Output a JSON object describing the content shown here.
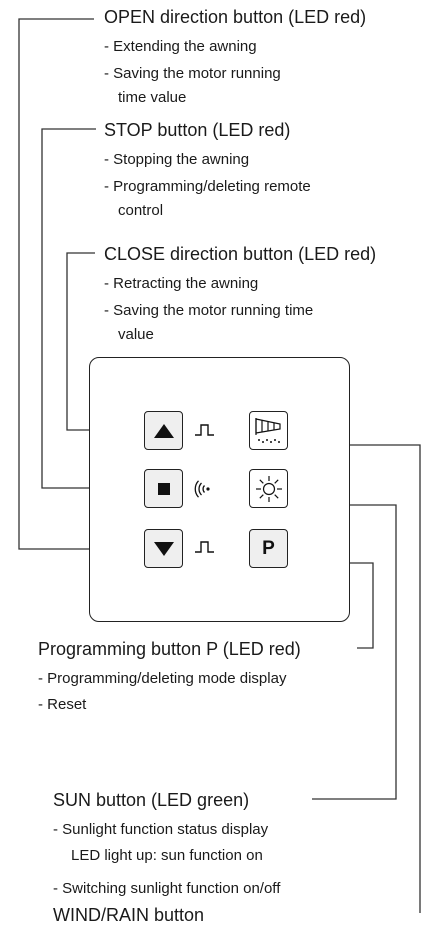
{
  "open": {
    "title": "OPEN direction button (LED red)",
    "items": [
      "- Extending the awning",
      "- Saving the motor running",
      "time value"
    ]
  },
  "stop": {
    "title": "STOP button (LED red)",
    "items": [
      "- Stopping the awning",
      "- Programming/deleting remote",
      "control"
    ]
  },
  "close": {
    "title": "CLOSE direction button (LED red)",
    "items": [
      "- Retracting the awning",
      "- Saving the motor running time",
      "value"
    ]
  },
  "program": {
    "title": "Programming button P (LED red)",
    "items": [
      "- Programming/deleting mode display",
      "- Reset"
    ],
    "button_letter": "P"
  },
  "sun": {
    "title": "SUN button (LED green)",
    "items": [
      "- Sunlight function status display",
      "LED light up: sun function on",
      "- Switching sunlight function on/off"
    ]
  },
  "wind": {
    "title": "WIND/RAIN button"
  },
  "icons": {
    "up": "triangle-up-icon",
    "stop": "square-stop-icon",
    "down": "triangle-down-icon",
    "wind": "windsock-rain-icon",
    "sun": "sun-icon",
    "pulse": "pulse-signal-icon",
    "radio": "radio-waves-icon"
  }
}
